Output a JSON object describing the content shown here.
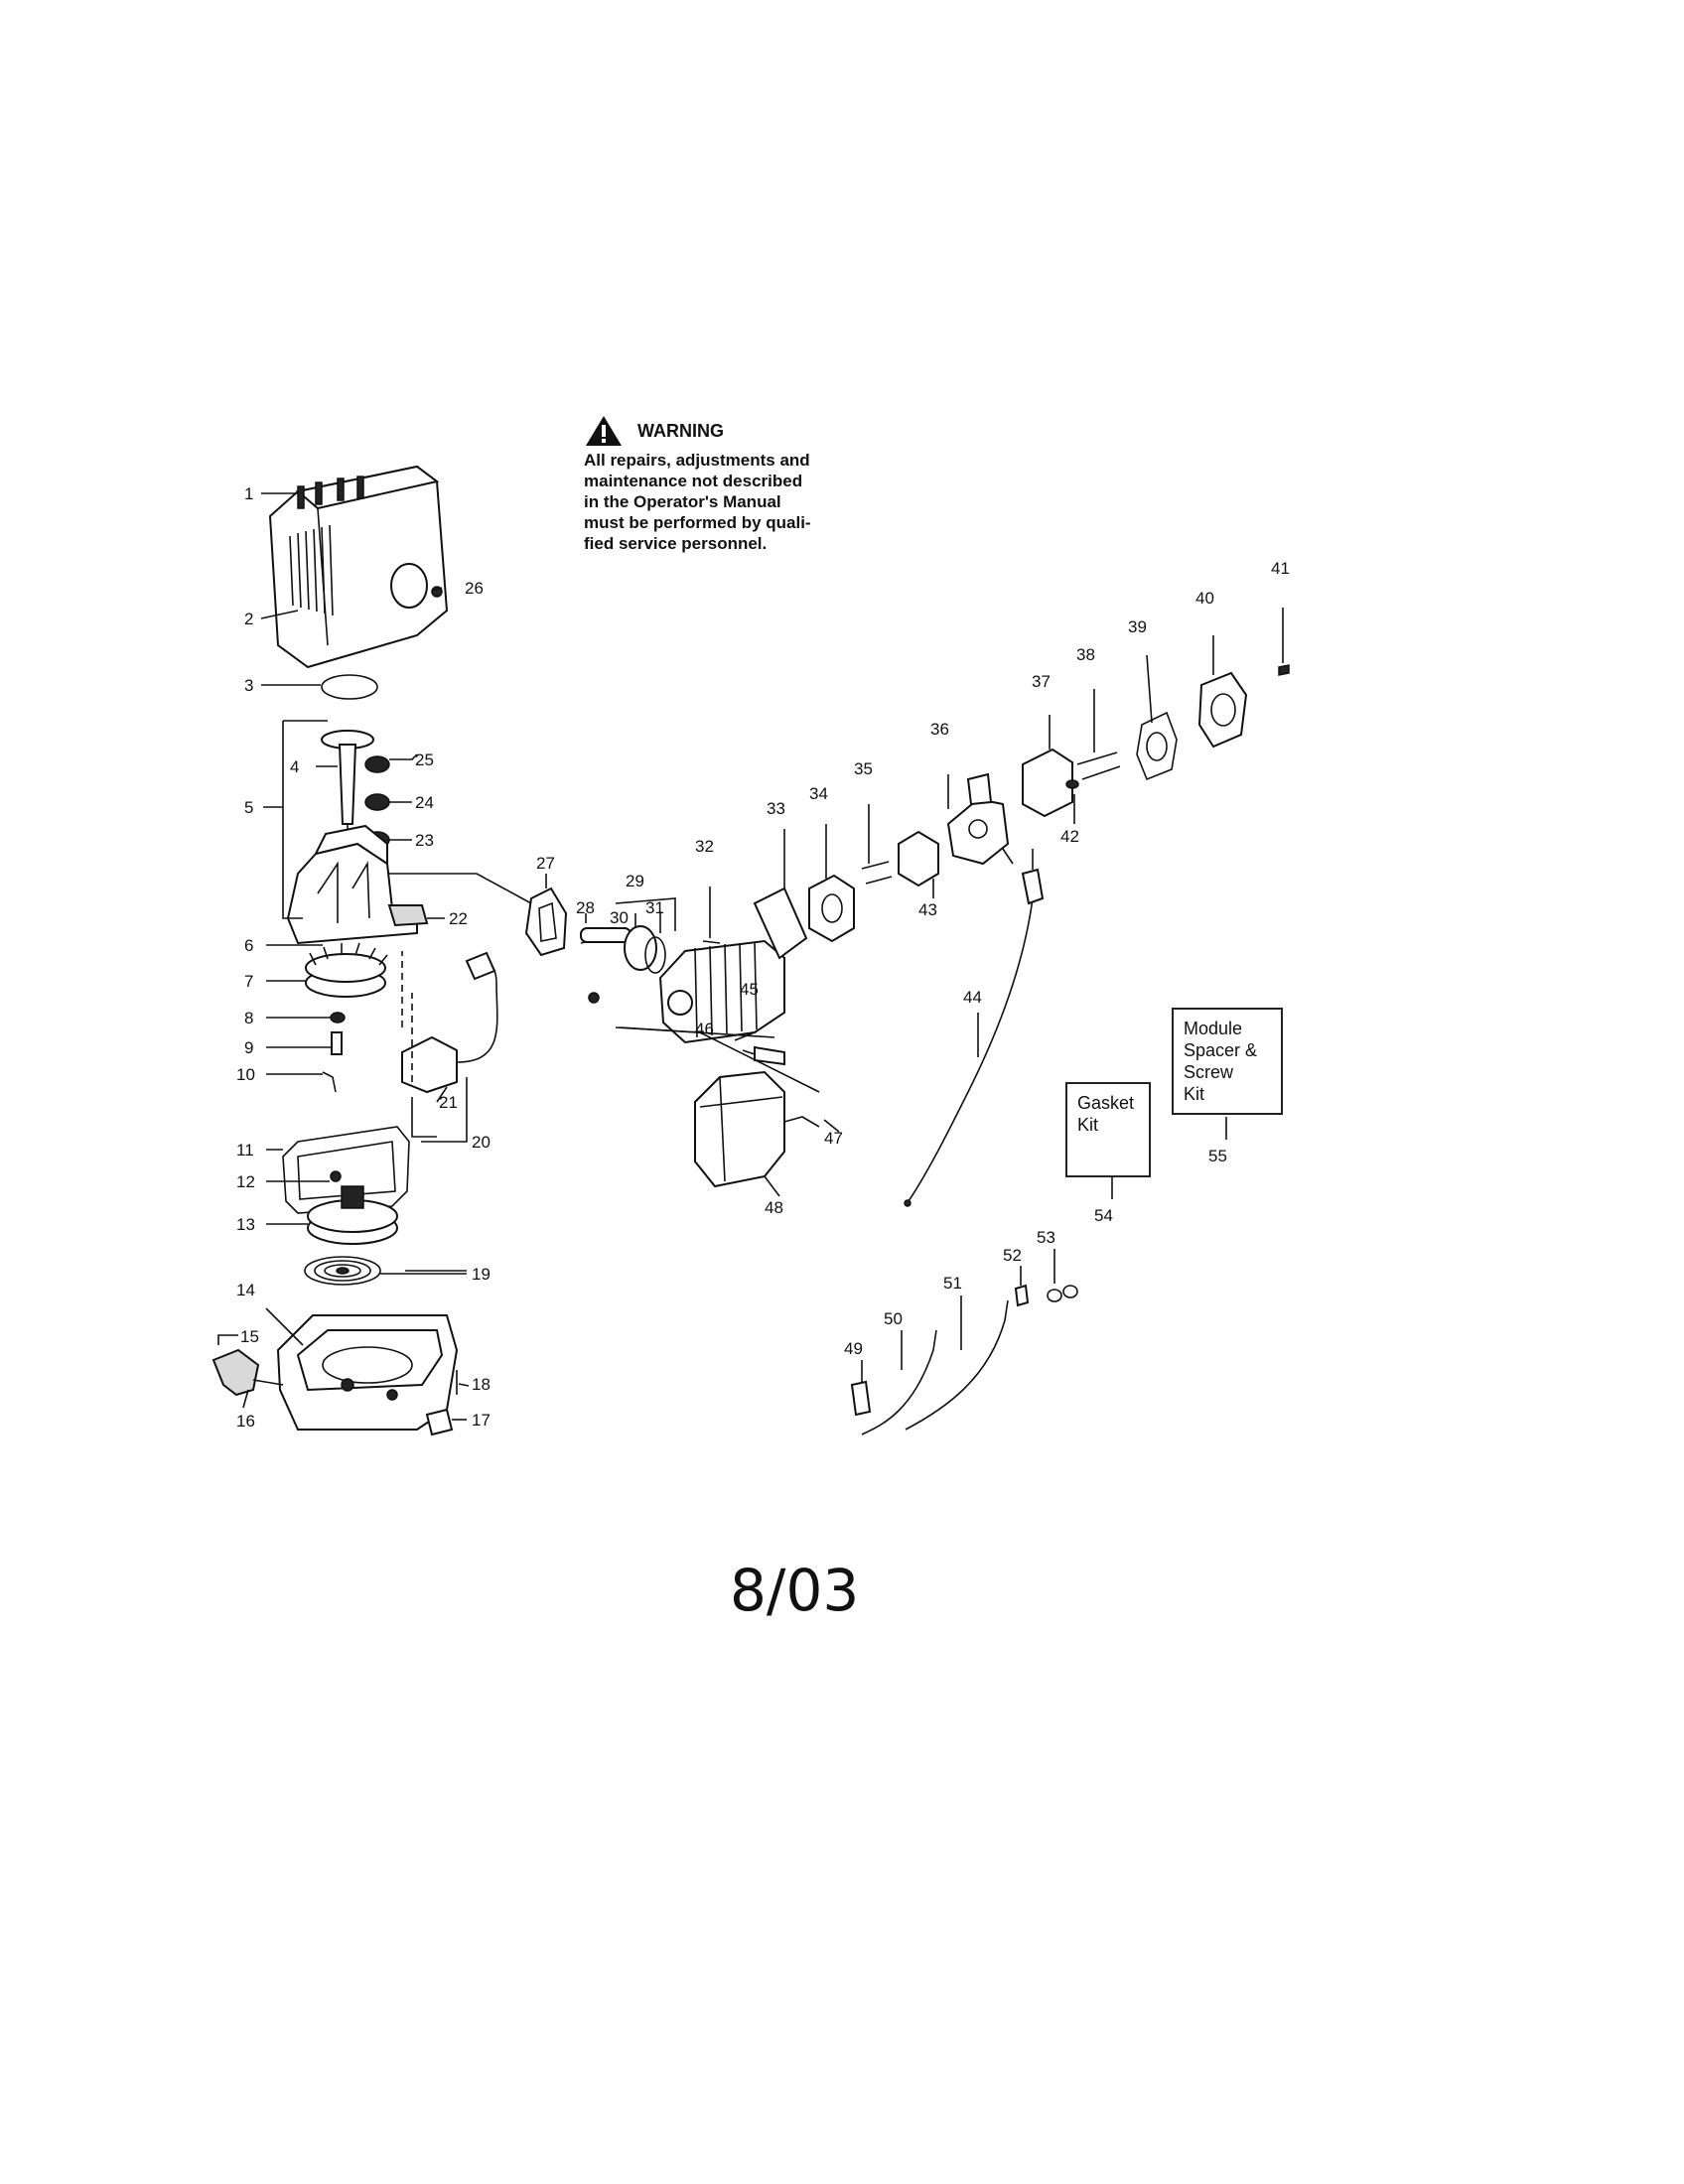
{
  "warning": {
    "title": "WARNING",
    "line1": "All repairs, adjustments and",
    "line2": "maintenance not described",
    "line3": "in the Operator's Manual",
    "line4": "must be performed by quali-",
    "line5": "fied service personnel."
  },
  "kits": {
    "module_line1": "Module",
    "module_line2": "Spacer &",
    "module_line3": "Screw",
    "module_line4": "Kit",
    "gasket_line1": "Gasket",
    "gasket_line2": "Kit"
  },
  "footer": {
    "date": "8/03"
  },
  "callouts": [
    "1",
    "2",
    "3",
    "4",
    "5",
    "6",
    "7",
    "8",
    "9",
    "10",
    "11",
    "12",
    "13",
    "14",
    "15",
    "16",
    "17",
    "18",
    "19",
    "20",
    "21",
    "22",
    "23",
    "24",
    "25",
    "26",
    "27",
    "28",
    "29",
    "30",
    "31",
    "32",
    "33",
    "34",
    "35",
    "36",
    "37",
    "38",
    "39",
    "40",
    "41",
    "42",
    "43",
    "44",
    "45",
    "46",
    "47",
    "48",
    "49",
    "50",
    "51",
    "52",
    "53",
    "54",
    "55"
  ]
}
